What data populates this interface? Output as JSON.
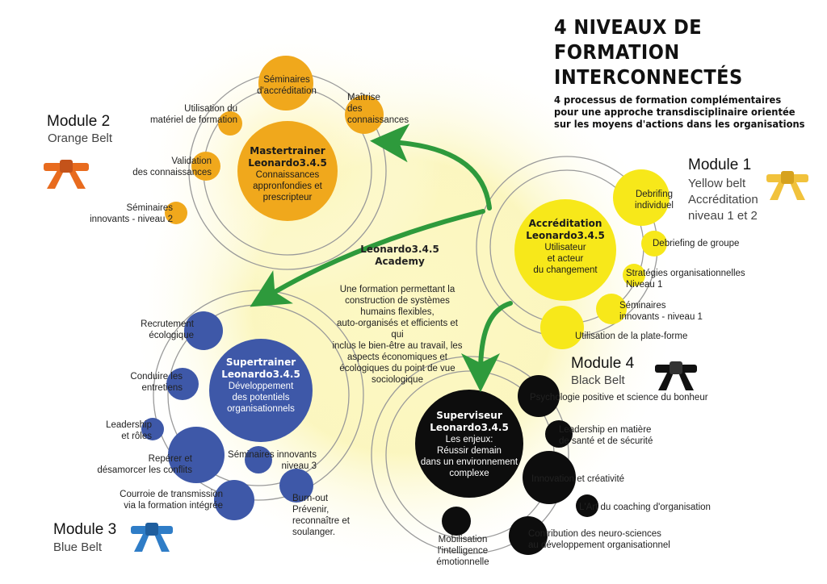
{
  "title_lines": [
    "4 NIVEAUX DE",
    "FORMATION",
    "INTERCONNECTÉS"
  ],
  "subtitle_lines": [
    "4 processus de formation complémentaires",
    "pour une approche transdisciplinaire orientée",
    "sur les moyens d'actions dans les organisations"
  ],
  "colors": {
    "orange": "#f0a81c",
    "yellow": "#f7e81a",
    "blue": "#3e58a8",
    "black": "#0d0d0d",
    "arrow": "#2e9a3c",
    "glow": "#fbf6b4"
  },
  "center": {
    "name_lines": [
      "Leonardo3.4.5",
      "Academy"
    ],
    "desc_lines": [
      "Une formation permettant la",
      "construction de systèmes",
      "humains flexibles,",
      "auto-organisés et efficients et qui",
      "inclus le bien-être au travail, les",
      "aspects économiques et",
      "écologiques du point de vue",
      "sociologique"
    ]
  },
  "module2": {
    "module": "Module 2",
    "belt": "Orange Belt",
    "hub_name": [
      "Mastertrainer",
      "Leonardo3.4.5"
    ],
    "hub_desc": [
      "Connaissances",
      "appronfondies et",
      "prescripteur"
    ],
    "items": [
      [
        "Séminaires",
        "d'accréditation"
      ],
      [
        "Maîtrise",
        "des",
        "connaissances"
      ],
      [
        "Utilisation du",
        "matériel de formation"
      ],
      [
        "Validation",
        "des connaissances"
      ],
      [
        "Séminaires",
        "innovants - niveau 2"
      ]
    ]
  },
  "module1": {
    "module": "Module 1",
    "belt_lines": [
      "Yellow belt",
      "Accréditation",
      "niveau 1 et 2"
    ],
    "hub_name": [
      "Accréditation",
      "Leonardo3.4.5"
    ],
    "hub_desc": [
      "Utilisateur",
      "et acteur",
      "du changement"
    ],
    "items": [
      [
        "Debrifing",
        "individuel"
      ],
      [
        "Debriefing de groupe"
      ],
      [
        "Stratégies organisationnelles",
        "Niveau 1"
      ],
      [
        "Séminaires",
        "innovants - niveau 1"
      ],
      [
        "Utilisation de la plate-forme"
      ]
    ]
  },
  "module3": {
    "module": "Module 3",
    "belt": "Blue Belt",
    "hub_name": [
      "Supertrainer",
      "Leonardo3.4.5"
    ],
    "hub_desc": [
      "Développement",
      "des potentiels",
      "organisationnels"
    ],
    "items": [
      [
        "Recrutement",
        "écologique"
      ],
      [
        "Conduire les",
        "entretiens"
      ],
      [
        "Leadership",
        "et rôles"
      ],
      [
        "Repérer et",
        "désamorcer les conflits"
      ],
      [
        "Courroie de transmission",
        "via la formation intégrée"
      ],
      [
        "Séminaires innovants",
        "niveau 3"
      ],
      [
        "Burn-out",
        "Prévenir,",
        "reconnaître et",
        "soulanger."
      ]
    ]
  },
  "module4": {
    "module": "Module 4",
    "belt": "Black Belt",
    "hub_name": [
      "Superviseur",
      "Leonardo3.4.5"
    ],
    "hub_desc": [
      "Les enjeux:",
      "Réussir demain",
      "dans un environnement",
      "complexe"
    ],
    "items": [
      [
        "Psychologie positive et science du bonheur"
      ],
      [
        "Leadership en matière",
        "de santé et de sécurité"
      ],
      [
        "Innovation et créativité"
      ],
      [
        "L'Art du coaching d'organisation"
      ],
      [
        "Contribution des neuro-sciences",
        "au développement organisationnel"
      ],
      [
        "Mobilisation",
        "l'intelligence",
        "émotionnelle"
      ]
    ]
  }
}
